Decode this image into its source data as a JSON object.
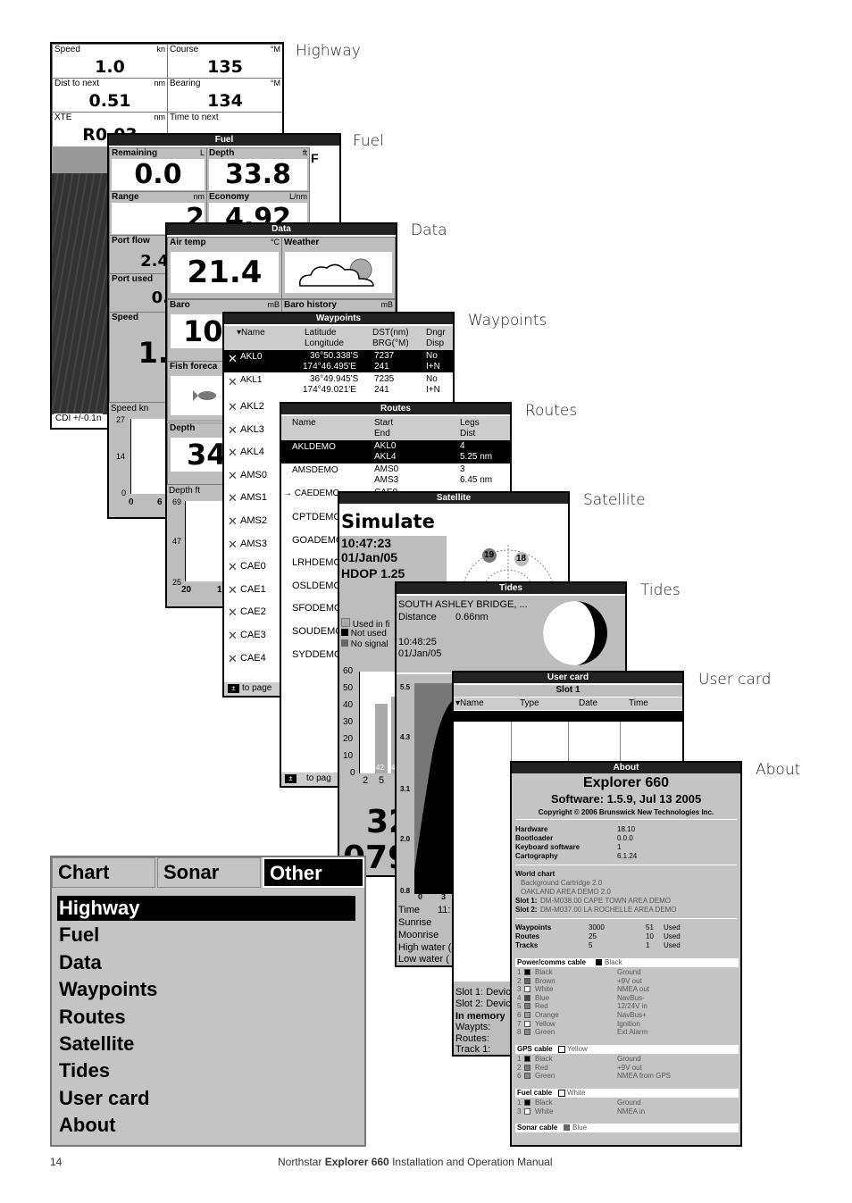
{
  "labels": {
    "highway": "Highway",
    "fuel": "Fuel",
    "data": "Data",
    "waypoints": "Waypoints",
    "routes": "Routes",
    "satellite": "Satellite",
    "tides": "Tides",
    "usercard": "User card",
    "about": "About"
  },
  "highway": {
    "speed_t": "Speed",
    "speed_u": "kn",
    "speed_v": "1.0",
    "course_t": "Course",
    "course_u": "°M",
    "course_v": "135",
    "dist_t": "Dist to next",
    "dist_u": "nm",
    "dist_v": "0.51",
    "bearing_t": "Bearing",
    "bearing_u": "°M",
    "bearing_v": "134",
    "xte_t": "XTE",
    "xte_u": "nm",
    "xte_v": "R0.03",
    "time_t": "Time to next",
    "cdi": "CDI +/-0.1n"
  },
  "fuel": {
    "title": "Fuel",
    "rem_t": "Remaining",
    "rem_u": "L",
    "rem_v": "0.0",
    "depth_t": "Depth",
    "depth_u": "ft",
    "depth_v": "33.8",
    "f": "F",
    "range_t": "Range",
    "range_u": "nm",
    "range_v": "2",
    "eco_t": "Economy",
    "eco_u": "L/nm",
    "eco_v": "4.92",
    "portflow_t": "Port flow",
    "portflow_v": "2.4",
    "portused_t": "Port used",
    "portused_v": "0.",
    "speed_t": "Speed",
    "speed_v": "1.",
    "speedkn": "Speed kn",
    "y27": "27",
    "y14": "14",
    "y0": "0",
    "x0": "0",
    "x6": "6"
  },
  "data": {
    "title": "Data",
    "air_t": "Air temp",
    "air_u": "°C",
    "air_v": "21.4",
    "weather_t": "Weather",
    "baro_t": "Baro",
    "baro_u": "mB",
    "baro_v": "10",
    "barohist_t": "Baro history",
    "barohist_u": "mB",
    "fish_t": "Fish foreca",
    "depth_t": "Depth",
    "depth_v": "34",
    "depthft": "Depth ft",
    "y69": "69",
    "y47": "47",
    "y25": "25",
    "x20": "20",
    "x1": "1"
  },
  "waypoints": {
    "title": "Waypoints",
    "h_name": "▾Name",
    "h_lat": "Latitude",
    "h_lon": "Longitude",
    "h_dst": "DST(nm)",
    "h_brg": "BRG(°M)",
    "h_dngr": "Dngr",
    "h_disp": "Disp",
    "r0_name": "AKL0",
    "r0_lat": "36°50.338'S",
    "r0_lon": "174°46.495'E",
    "r0_dst": "7237",
    "r0_brg": "241",
    "r0_dngr": "No",
    "r0_disp": "I+N",
    "r1_name": "AKL1",
    "r1_lat": "36°49.945'S",
    "r1_lon": "174°49.021'E",
    "r1_dst": "7235",
    "r1_brg": "241",
    "r1_dngr": "No",
    "r1_disp": "I+N",
    "names": [
      "AKL2",
      "AKL3",
      "AKL4",
      "AMS0",
      "AMS1",
      "AMS2",
      "AMS3",
      "CAE0",
      "CAE1",
      "CAE2",
      "CAE3",
      "CAE4"
    ],
    "footer": "to page"
  },
  "routes": {
    "title": "Routes",
    "h_name": "Name",
    "h_start": "Start",
    "h_end": "End",
    "h_legs": "Legs",
    "h_dist": "Dist",
    "r0": {
      "name": "AKLDEMO",
      "start": "AKL0",
      "end": "AKL4",
      "legs": "4",
      "dist": "5.25 nm"
    },
    "r1": {
      "name": "AMSDEMO",
      "start": "AMS0",
      "end": "AMS3",
      "legs": "3",
      "dist": "6.45 nm"
    },
    "r2": {
      "name": "→ CAEDEMO",
      "start": "CAE0"
    },
    "names": [
      "CPTDEMO",
      "GOADEMO",
      "LRHDEMO",
      "OSLDEMO",
      "SFODEMO",
      "SOUDEMO",
      "SYDDEMO"
    ],
    "footer": "to pag"
  },
  "satellite": {
    "title": "Satellite",
    "mode": "Simulate",
    "time": "10:47:23",
    "date": "01/Jan/05",
    "hdop": "HDOP 1.25",
    "sat_a": "19",
    "sat_b": "18",
    "leg_used": "Used in fi",
    "leg_notused": "Not used",
    "leg_nosignal": "No signal",
    "y60": "60",
    "y50": "50",
    "y40": "40",
    "y30": "30",
    "y20": "20",
    "y10": "10",
    "y0": "0",
    "x2": "2",
    "x5": "5",
    "bar_a": "42",
    "bar_b": "4",
    "big1": "32",
    "big2": "079"
  },
  "tides": {
    "title": "Tides",
    "station": "SOUTH ASHLEY BRIDGE, ...",
    "dist_t": "Distance",
    "dist_v": "0.66nm",
    "time": "10:48:25",
    "date": "01/Jan/05",
    "y55": "5.5",
    "y43": "4.3",
    "y31": "3.1",
    "y20": "2.0",
    "y08": "0.8",
    "x0": "0",
    "x3": "3",
    "time_t": "Time",
    "time_v": "11:",
    "sunrise": "Sunrise",
    "moonrise": "Moonrise",
    "high": "High water (",
    "low": "Low water ("
  },
  "usercard": {
    "title": "User card",
    "slot": "Slot 1",
    "h_name": "▾Name",
    "h_type": "Type",
    "h_date": "Date",
    "h_time": "Time",
    "slot1": "Slot 1: Devic",
    "slot2": "Slot 2: Devic",
    "inmem": "In memory",
    "waypts": "Waypts:",
    "routes": "Routes:",
    "track": "Track 1:"
  },
  "about": {
    "title": "About",
    "product": "Explorer 660",
    "software": "Software: 1.5.9, Jul 13 2005",
    "copyright": "Copyright © 2006 Brunswick New Technologies Inc.",
    "hw_t": "Hardware",
    "hw_v": "18.10",
    "boot_t": "Bootloader",
    "boot_v": "0.0.0",
    "kb_t": "Keyboard software",
    "kb_v": "1",
    "carto_t": "Cartography",
    "carto_v": "6.1.24",
    "world": "World chart",
    "bg": "Background Cartridge 2.0",
    "ak": "OAKLAND AREA DEMO 2.0",
    "slot1_t": "Slot 1:",
    "slot1_v": "DM-M038.00 CAPE TOWN AREA DEMO",
    "slot2_t": "Slot 2:",
    "slot2_v": "DM-M037.00 LA ROCHELLE AREA DEMO",
    "wp_t": "Waypoints",
    "wp_a": "3000",
    "wp_b": "51",
    "wp_c": "Used",
    "rt_t": "Routes",
    "rt_a": "25",
    "rt_b": "10",
    "rt_c": "Used",
    "tr_t": "Tracks",
    "tr_a": "5",
    "tr_b": "1",
    "tr_c": "Used",
    "power": "Power/comms cable",
    "power_c": "Black",
    "power_rows": [
      [
        "1",
        "Black",
        "Ground"
      ],
      [
        "2",
        "Brown",
        "+9V out"
      ],
      [
        "3",
        "White",
        "NMEA out"
      ],
      [
        "4",
        "Blue",
        "NavBus-"
      ],
      [
        "5",
        "Red",
        "12/24V in"
      ],
      [
        "6",
        "Orange",
        "NavBus+"
      ],
      [
        "7",
        "Yellow",
        "Ignition"
      ],
      [
        "8",
        "Green",
        "Ext Alarm"
      ]
    ],
    "gps": "GPS cable",
    "gps_c": "Yellow",
    "gps_rows": [
      [
        "1",
        "Black",
        "Ground"
      ],
      [
        "2",
        "Red",
        "+9V out"
      ],
      [
        "6",
        "Green",
        "NMEA from GPS"
      ]
    ],
    "fuel": "Fuel cable",
    "fuel_c": "White",
    "fuel_rows": [
      [
        "1",
        "Black",
        "Ground"
      ],
      [
        "3",
        "White",
        "NMEA in"
      ]
    ],
    "sonar": "Sonar cable",
    "sonar_c": "Blue"
  },
  "menu": {
    "tab_chart": "Chart",
    "tab_sonar": "Sonar",
    "tab_other": "Other",
    "items": [
      "Highway",
      "Fuel",
      "Data",
      "Waypoints",
      "Routes",
      "Satellite",
      "Tides",
      "User card",
      "About"
    ]
  },
  "footer": {
    "page": "14",
    "pre": "Northstar ",
    "bold": "Explorer 660",
    "post": " Installation and Operation Manual"
  }
}
